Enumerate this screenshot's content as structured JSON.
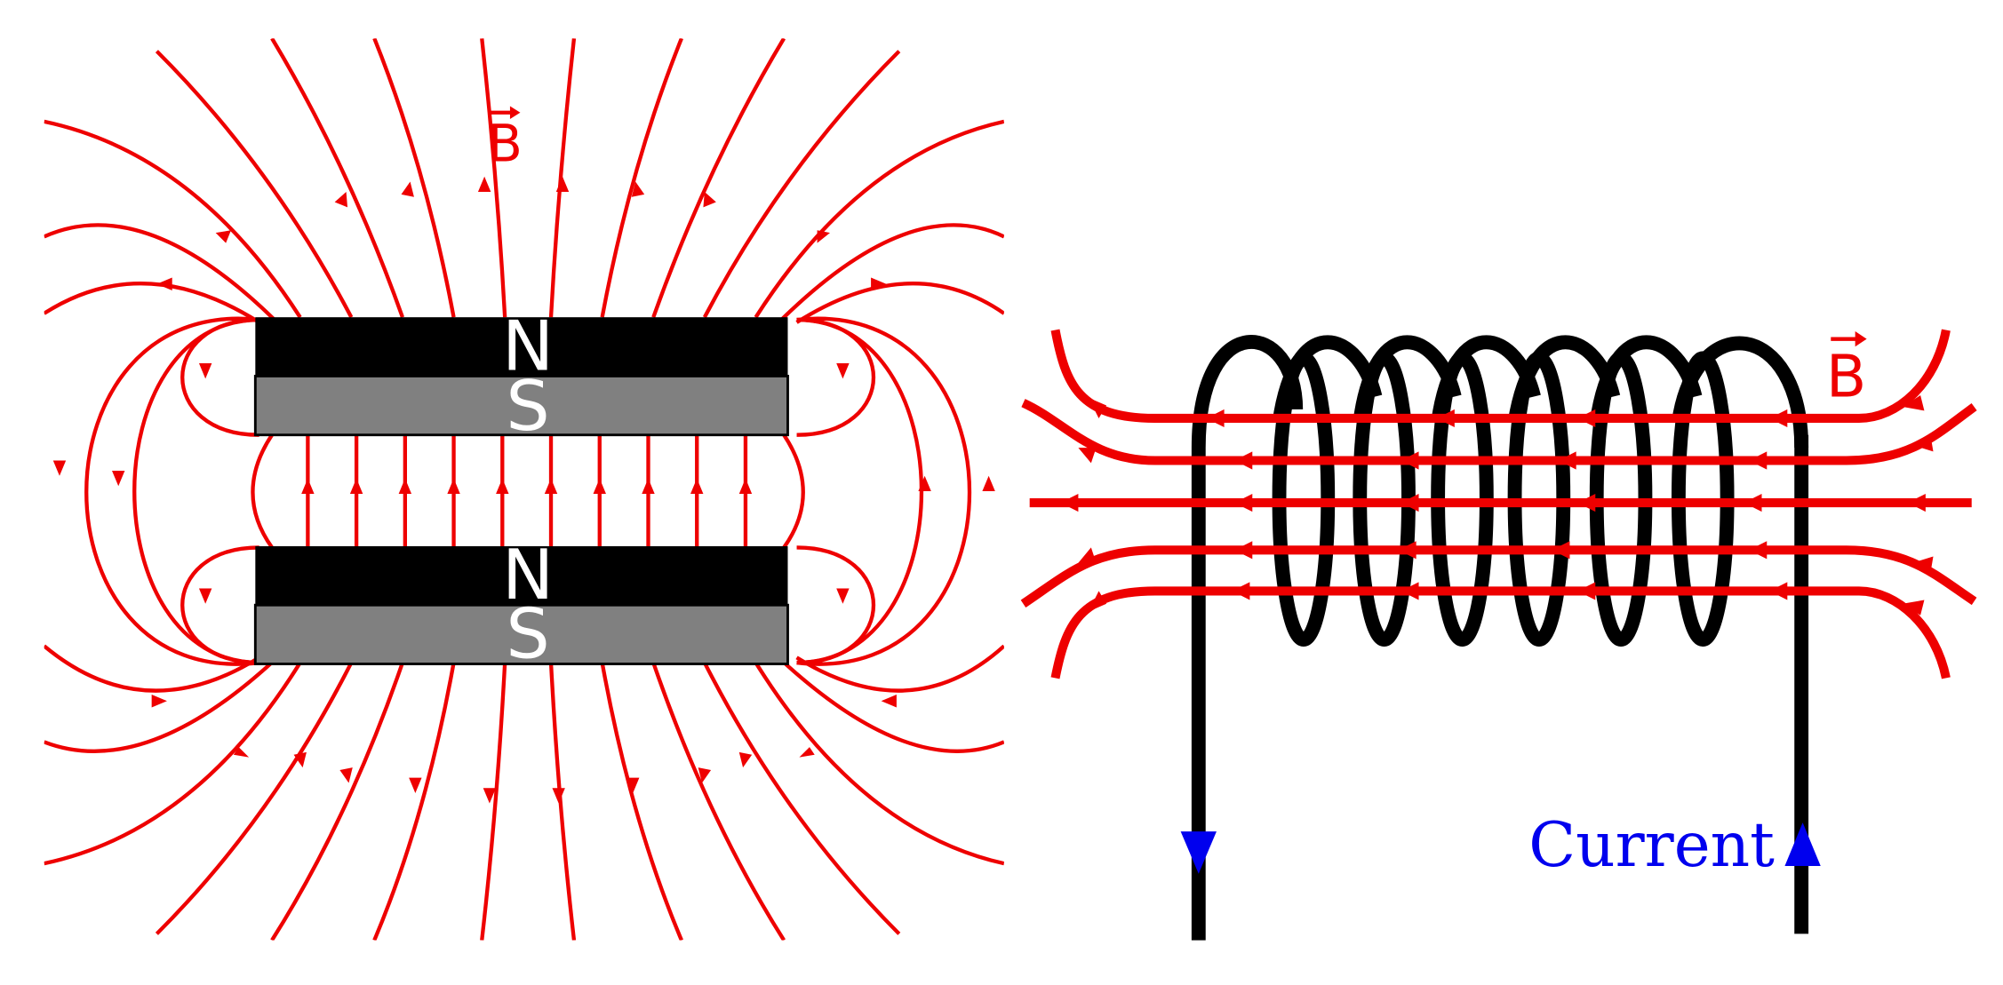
{
  "magnets": {
    "top": {
      "north_label": "N",
      "south_label": "S"
    },
    "bottom": {
      "north_label": "N",
      "south_label": "S"
    }
  },
  "left_field_label": "B",
  "solenoid": {
    "field_label": "B",
    "current_label": "Current"
  },
  "colors": {
    "field": "#ee0000",
    "magnet_north": "#000000",
    "magnet_south": "#808080",
    "coil": "#000000",
    "current": "#0000ee",
    "background": "#ffffff"
  }
}
